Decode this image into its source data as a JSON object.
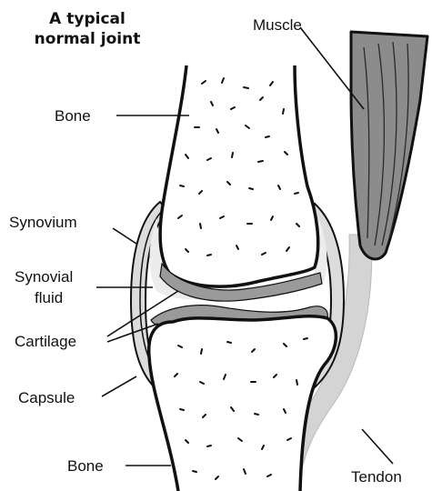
{
  "title": {
    "line1": "A typical",
    "line2": "normal joint"
  },
  "labels": {
    "muscle": "Muscle",
    "bone_top": "Bone",
    "synovium": "Synovium",
    "synovial_fluid_1": "Synovial",
    "synovial_fluid_2": "fluid",
    "cartilage": "Cartilage",
    "capsule": "Capsule",
    "bone_bottom": "Bone",
    "tendon": "Tendon"
  },
  "colors": {
    "outline": "#111111",
    "muscle_fill": "#8c8c8c",
    "tendon_fill": "#d4d4d4",
    "cartilage_fill": "#9a9a9a",
    "capsule_fill": "#dcdcdc",
    "bone_fill": "#ffffff"
  }
}
